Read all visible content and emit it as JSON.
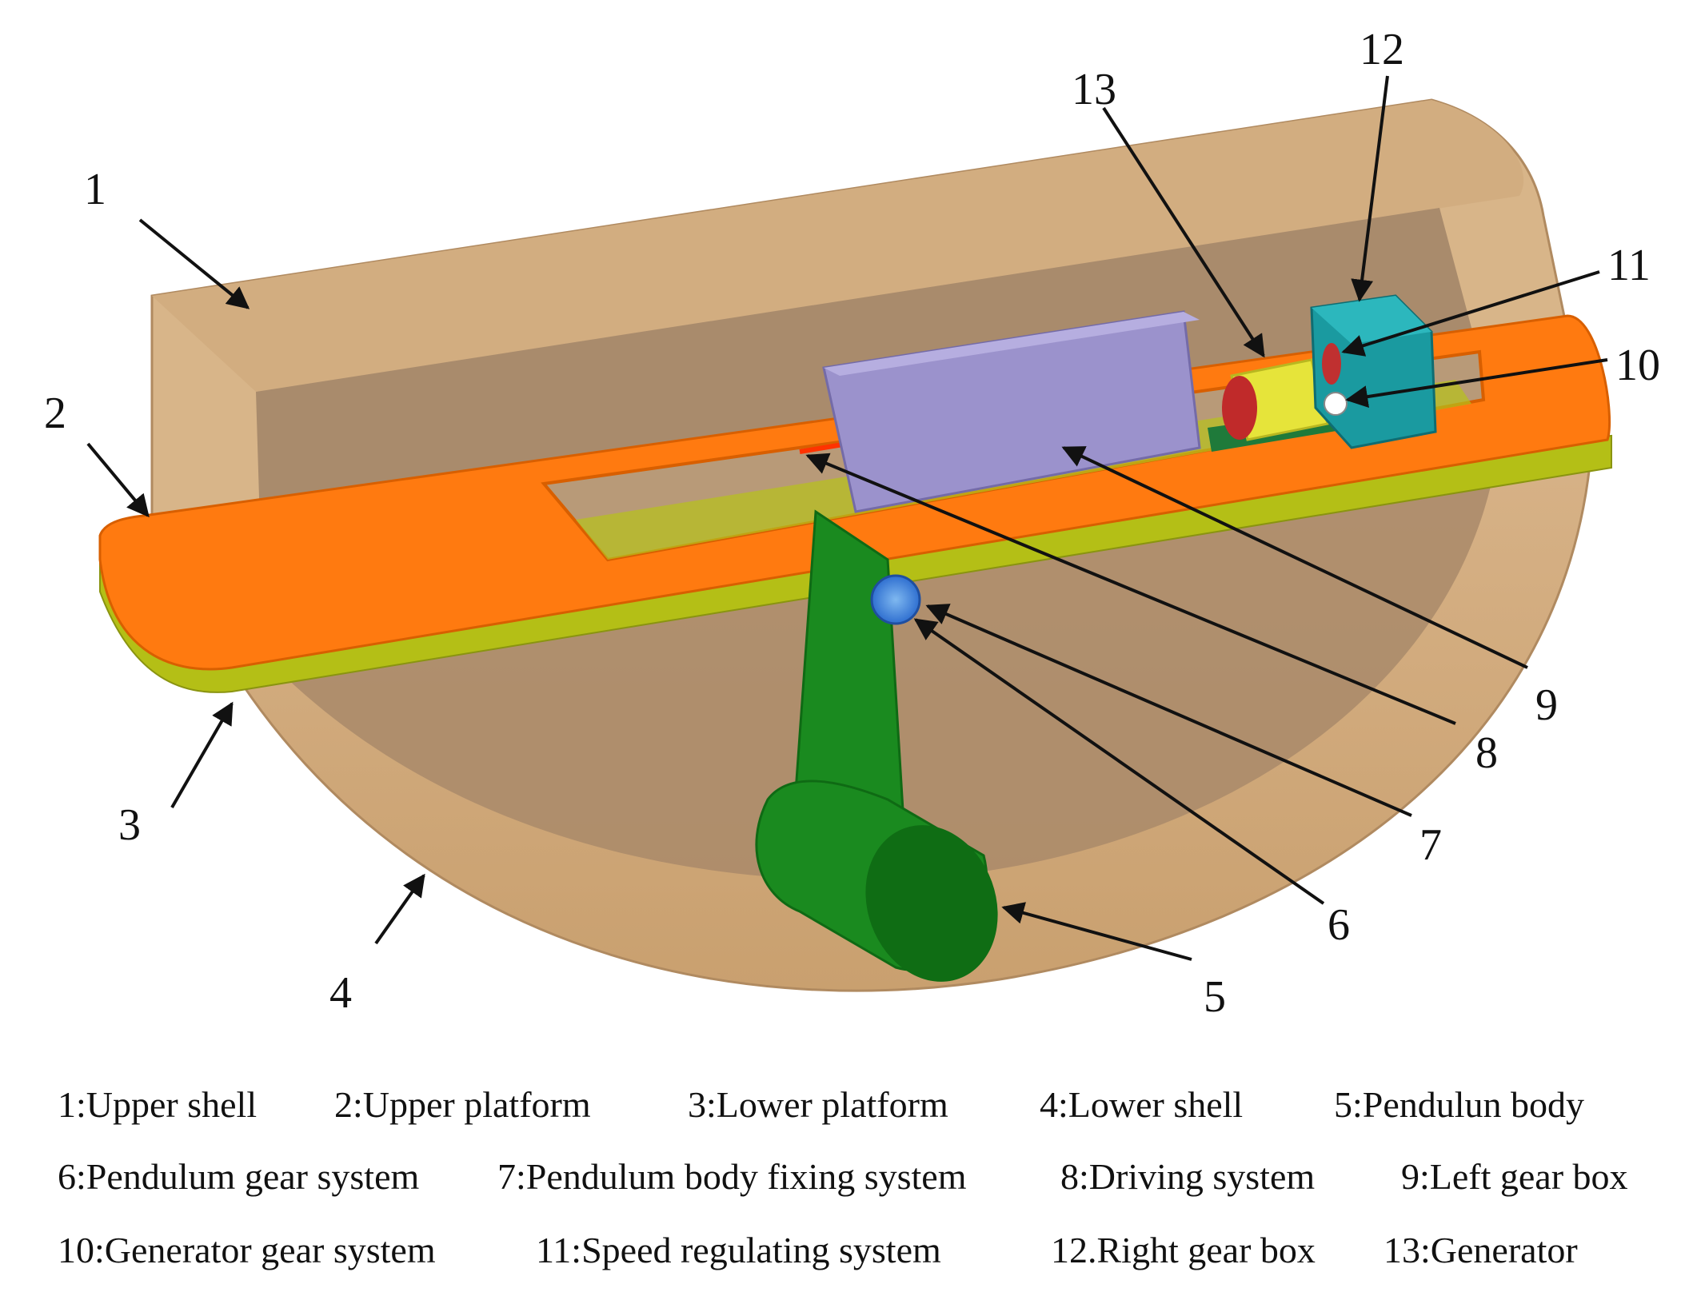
{
  "callouts": [
    {
      "n": "1"
    },
    {
      "n": "2"
    },
    {
      "n": "3"
    },
    {
      "n": "4"
    },
    {
      "n": "5"
    },
    {
      "n": "6"
    },
    {
      "n": "7"
    },
    {
      "n": "8"
    },
    {
      "n": "9"
    },
    {
      "n": "10"
    },
    {
      "n": "11"
    },
    {
      "n": "12"
    },
    {
      "n": "13"
    }
  ],
  "legend": [
    [
      "1:Upper shell",
      "2:Upper platform",
      "3:Lower platform",
      "4:Lower shell",
      "5:Pendulun body"
    ],
    [
      "6:Pendulum gear system",
      "7:Pendulum body fixing system",
      "8:Driving system",
      "9:Left gear box"
    ],
    [
      "10:Generator gear system",
      "11:Speed regulating system",
      "12.Right gear box",
      "13:Generator"
    ]
  ],
  "colors": {
    "shell": "#d9b48a",
    "shell_inner": "#b49370",
    "platform": "#ff7a10",
    "platform_edge": "#b8c20a",
    "pendulum": "#1a8a1f",
    "gearbox_left": "#9b92cc",
    "gearbox_right": "#1a9aa0",
    "generator": "#e6e43a"
  }
}
